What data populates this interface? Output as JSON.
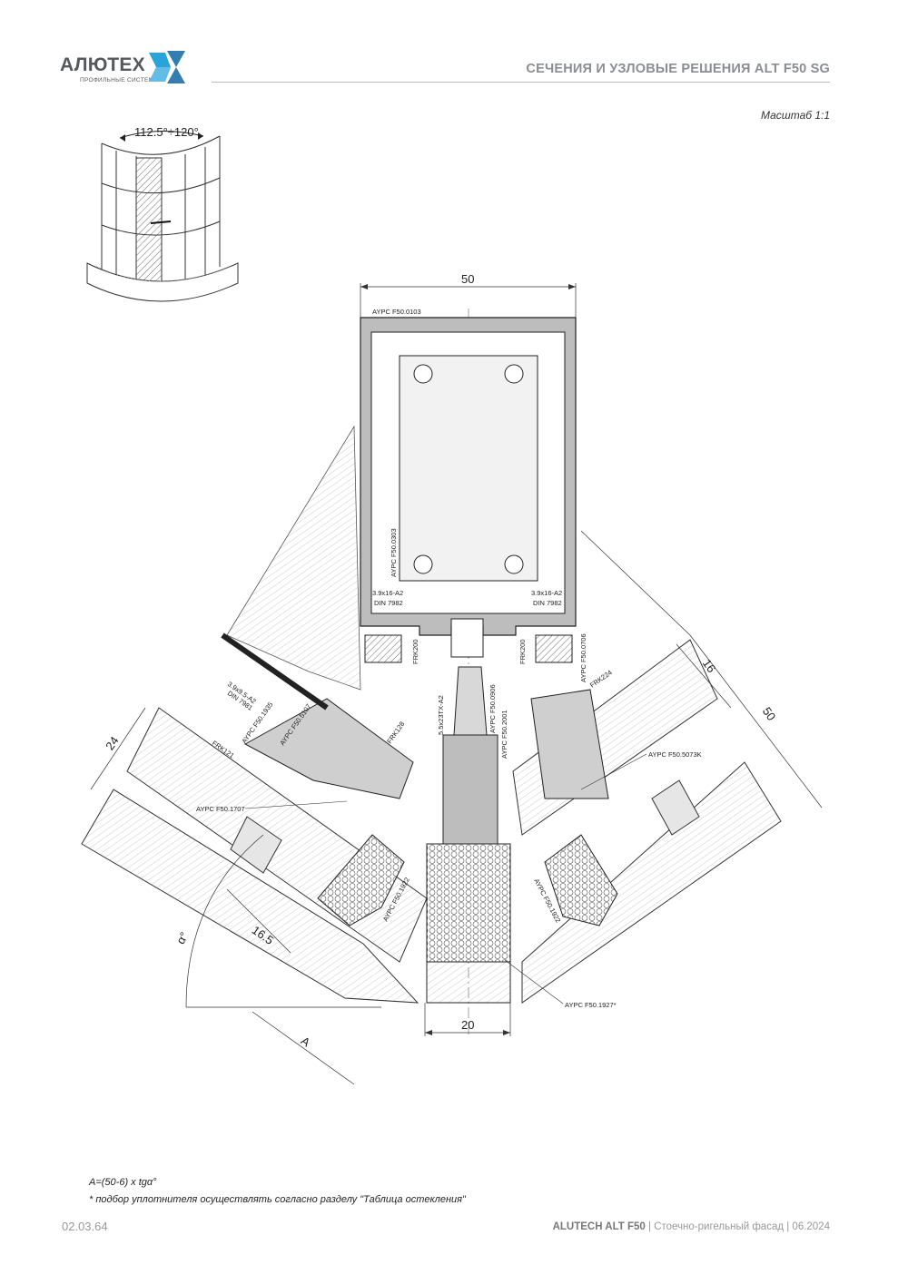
{
  "header": {
    "logo_text": "АЛЮТЕХ",
    "logo_subtitle": "ПРОФИЛЬНЫЕ СИСТЕМЫ",
    "title": "СЕЧЕНИЯ И УЗЛОВЫЕ РЕШЕНИЯ ALT F50 SG",
    "colors": {
      "logo_blue": "#2aa3d9",
      "logo_dark": "#1d6fa8",
      "header_gray": "#8a8d91"
    }
  },
  "scale_label": "Масштаб 1:1",
  "drawing": {
    "angle_range": "112.5°÷120°",
    "dimensions": {
      "width_top": "50",
      "width_bottom": "20",
      "right_depth": "50",
      "right_small": "16",
      "left_small": "24",
      "left_offset": "16.5",
      "angle": "α°",
      "a_label": "A"
    },
    "part_labels": {
      "profile_main": "AYPC F50.0103",
      "profile_insert": "AYPC F50.0303",
      "screw_left": "3.9x16-A2",
      "din_left": "DIN 7982",
      "screw_right": "3.9x16-A2",
      "din_right": "DIN 7982",
      "frk_left": "FRK200",
      "frk_right": "FRK200",
      "screw_mid": "5.5x23TX-A2",
      "profile_0906": "AYPC F50.0906",
      "profile_2001": "AYPC F50.2001",
      "profile_0706": "AYPC F50.0706",
      "frk224": "FRK224",
      "screw_small": "3.9x9.5-A2",
      "din_small": "DIN 7981",
      "profile_1935": "AYPC F50.1935",
      "profile_5107": "AYPC F50.5107",
      "frk128": "FRK128",
      "frk121": "FRK121",
      "profile_1707": "AYPC F50.1707",
      "profile_5073k": "AYPC F50.5073K",
      "gasket_left": "AYPC F50.1922",
      "gasket_right": "AYPC F50.1922",
      "profile_1927": "AYPC F50.1927*"
    }
  },
  "notes": {
    "formula": "A=(50-6) x tgα°",
    "remark": "* подбор уплотнителя осуществлять согласно разделу \"Таблица остекления\""
  },
  "footer": {
    "page_number": "02.03.64",
    "product": "ALUTECH ALT F50",
    "description": "| Стоечно-ригельный фасад | 06.2024"
  }
}
